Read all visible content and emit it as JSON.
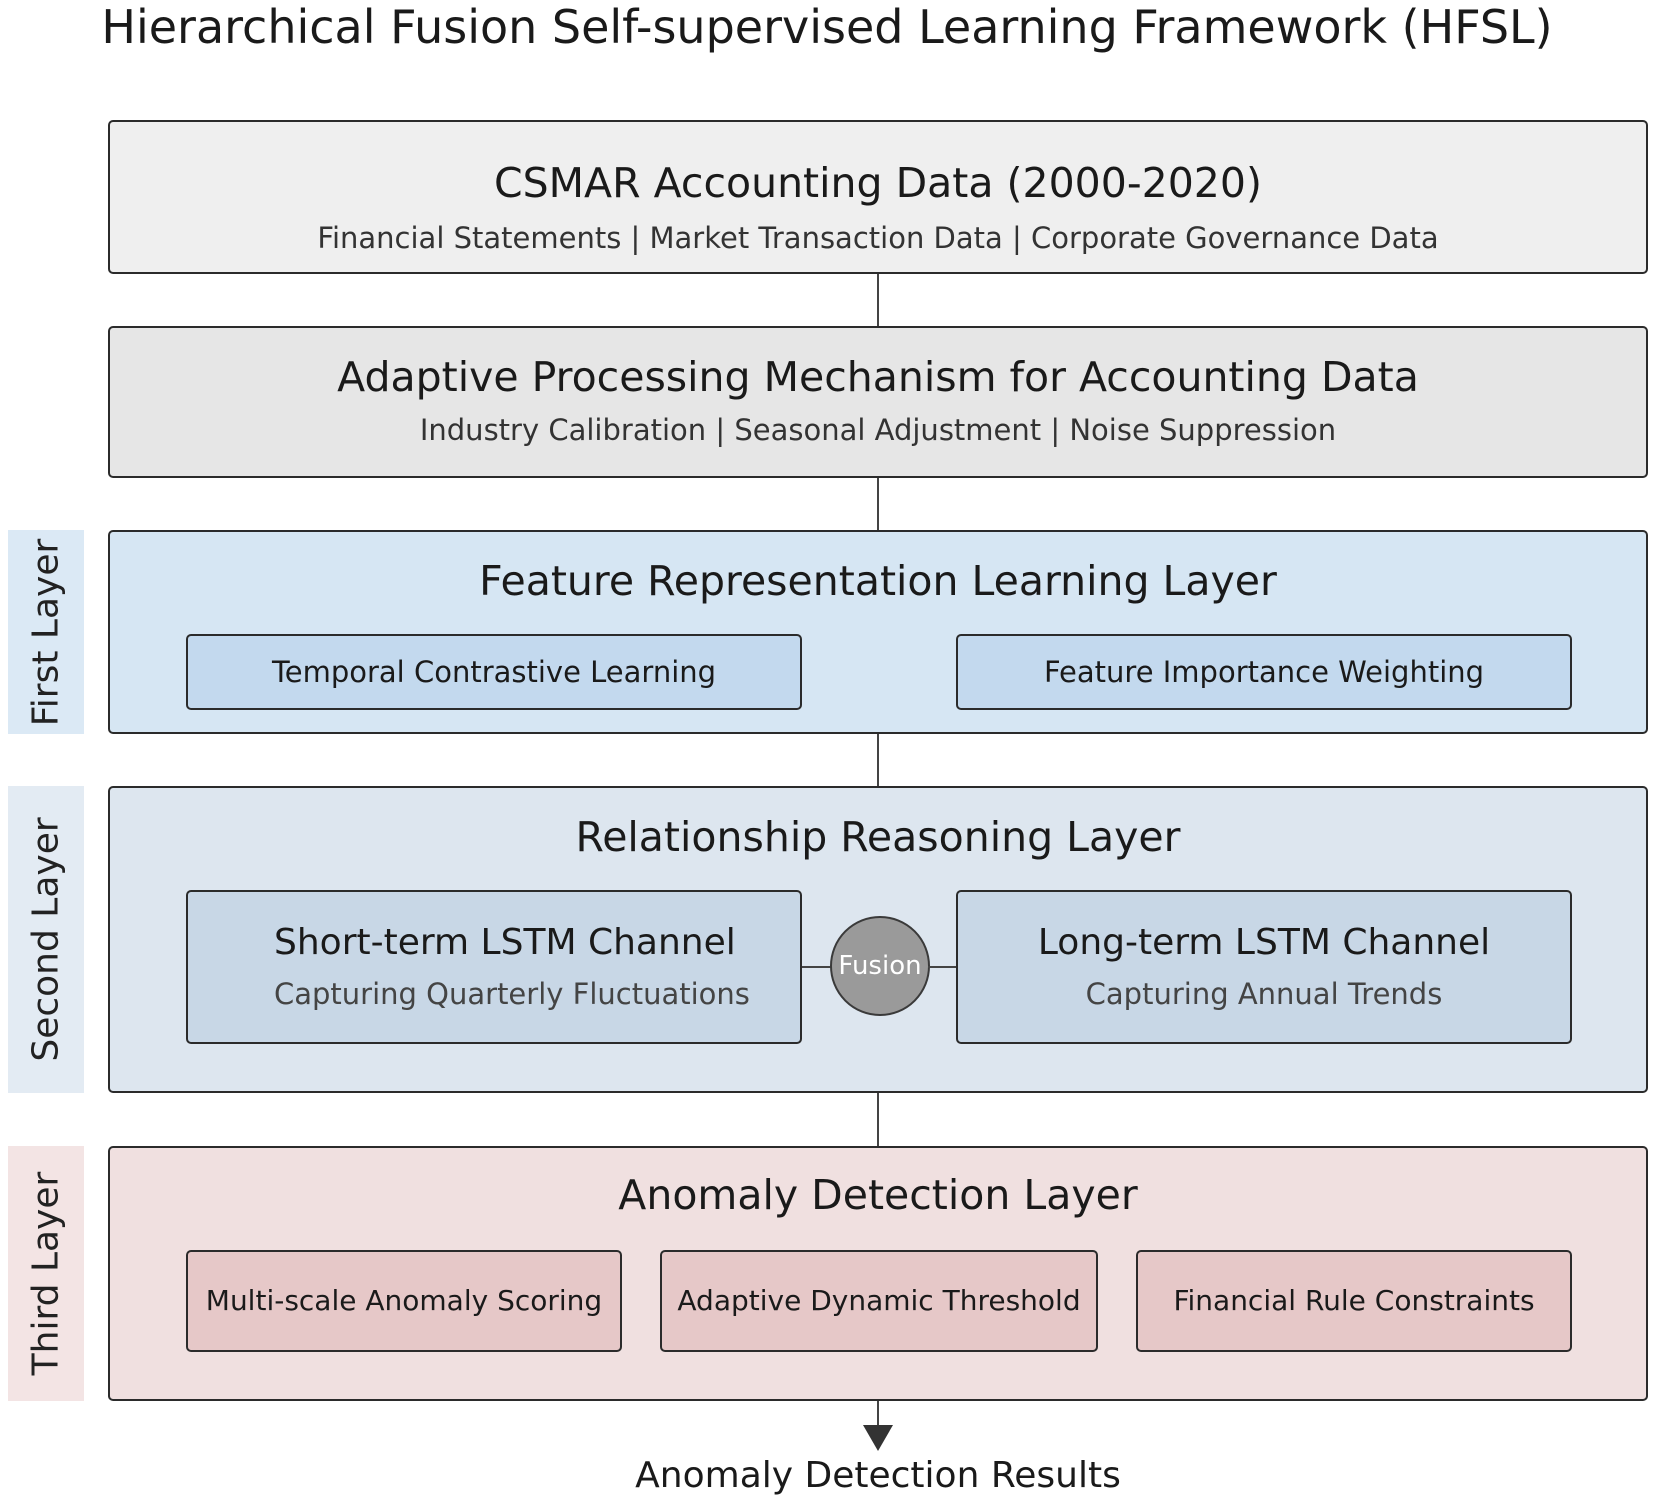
{
  "title": "Hierarchical Fusion Self-supervised Learning Framework (HFSL)",
  "data_box": {
    "title": "CSMAR Accounting Data (2000-2020)",
    "subtitle": "Financial Statements | Market Transaction Data | Corporate Governance Data"
  },
  "processing_box": {
    "title": "Adaptive Processing Mechanism for Accounting Data",
    "subtitle": "Industry Calibration | Seasonal Adjustment | Noise Suppression"
  },
  "layers": [
    {
      "side_label": "First Layer",
      "title": "Feature Representation Learning Layer",
      "modules": [
        "Temporal Contrastive Learning",
        "Feature Importance Weighting"
      ]
    },
    {
      "side_label": "Second Layer",
      "title": "Relationship Reasoning Layer",
      "channels": [
        {
          "title": "Short-term LSTM Channel",
          "subtitle": "Capturing Quarterly Fluctuations"
        },
        {
          "title": "Long-term LSTM Channel",
          "subtitle": "Capturing Annual Trends"
        }
      ],
      "fusion_label": "Fusion"
    },
    {
      "side_label": "Third Layer",
      "title": "Anomaly Detection Layer",
      "modules": [
        "Multi-scale Anomaly Scoring",
        "Adaptive Dynamic Threshold",
        "Financial Rule Constraints"
      ]
    }
  ],
  "output_label": "Anomaly Detection Results",
  "colors": {
    "data_box": "#efefef",
    "processing_box": "#e6e6e6",
    "first_layer": "#d6e6f3",
    "first_layer_module": "#c3d9ee",
    "first_layer_tab": "#dbe9f5",
    "second_layer": "#dde6ef",
    "second_layer_module": "#c8d7e6",
    "second_layer_tab": "#e3ebf3",
    "third_layer": "#f0e0e0",
    "third_layer_module": "#e6c8c8",
    "third_layer_tab": "#f3e4e4",
    "fusion": "#9a9a9a"
  }
}
